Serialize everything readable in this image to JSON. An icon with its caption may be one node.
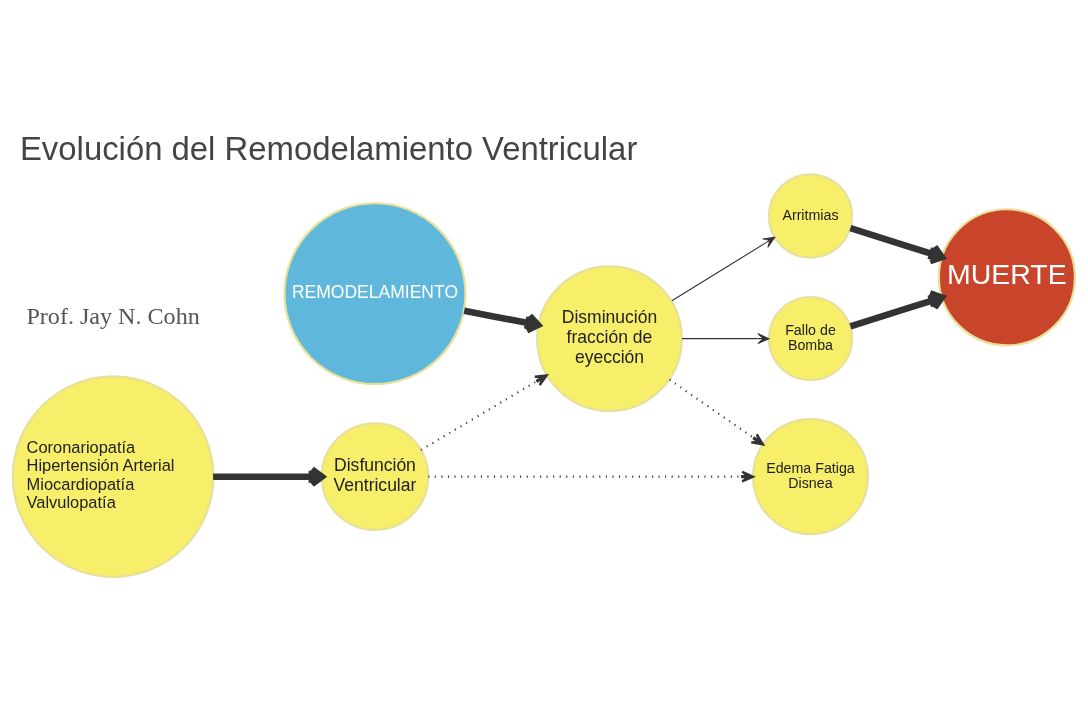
{
  "diagram": {
    "title": "Evolución del Remodelamiento Ventricular",
    "nodes": [
      {
        "text": [
          "Coronariopatía",
          "Hipertensión Arterial",
          "Miocardiopatía",
          "Valvulopatía"
        ]
      },
      {
        "text": [
          "REMODELAMIENTO"
        ]
      },
      {
        "text": [
          "Disfunción Ventricular"
        ]
      },
      {
        "text": [
          "Disminución fracción de eyección"
        ]
      },
      {
        "text": [
          "Edema Fatiga Disnea"
        ]
      },
      {
        "text": [
          "Fallo de Bomba"
        ]
      },
      {
        "text": [
          "MUERTE"
        ]
      },
      {
        "text": [
          "Arritmias"
        ]
      }
    ],
    "edges": [
      {
        "from": 0,
        "to": 2,
        "arrow": "to",
        "style": "thick"
      },
      {
        "from": 1,
        "to": 3,
        "arrow": "to",
        "style": "thick"
      },
      {
        "from": 2,
        "to": 3,
        "arrow": "to",
        "style": "dashed"
      },
      {
        "from": 2,
        "to": 4,
        "arrow": "to",
        "style": "dashed"
      },
      {
        "from": 3,
        "to": 4,
        "arrow": "to",
        "style": "dashed"
      },
      {
        "from": 3,
        "to": 5,
        "arrow": "to"
      },
      {
        "from": 3,
        "to": 7,
        "arrow": "to"
      },
      {
        "from": 5,
        "to": 6,
        "arrow": "to",
        "style": "thick"
      },
      {
        "from": 7,
        "to": 6,
        "arrow": "to",
        "style": "thick"
      }
    ],
    "labels": [
      "Prof. Jay N. Cohn"
    ]
  }
}
